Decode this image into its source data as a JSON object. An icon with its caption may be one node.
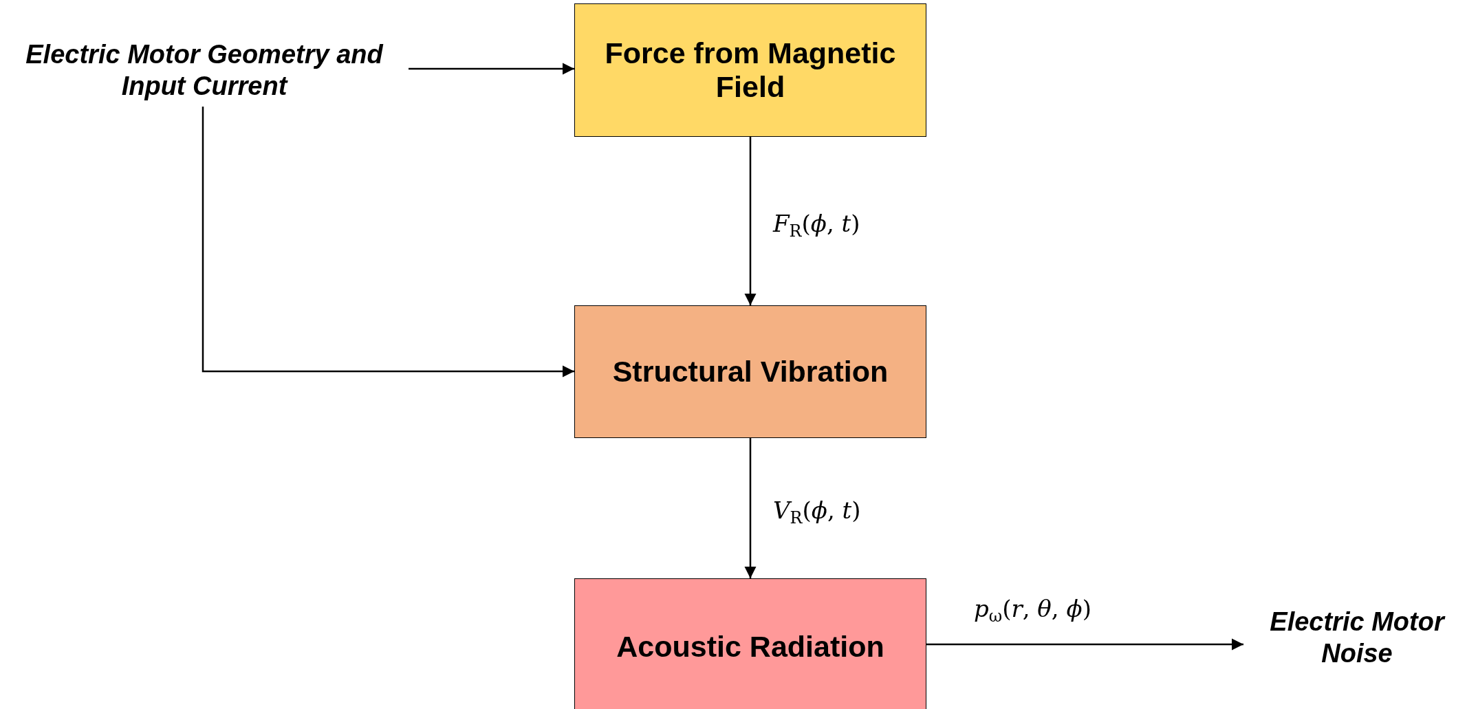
{
  "diagram": {
    "nodes": [
      {
        "text": [
          "Electric Motor Geometry and Input Current"
        ]
      },
      {
        "text": [
          "Force from Magnetic Field"
        ]
      },
      {
        "text": [
          "Structural Vibration"
        ]
      },
      {
        "text": [
          "Acoustic Radiation"
        ]
      },
      {
        "text": [
          "Electric Motor Noise"
        ]
      }
    ],
    "edges": [
      {
        "from": 0,
        "to": 1,
        "arrow": "to"
      },
      {
        "from": 0,
        "to": 2,
        "arrow": "to"
      },
      {
        "from": 1,
        "to": 2,
        "arrow": "to",
        "label": "*F*$_{R}$(*ϕ*, *t*)"
      },
      {
        "from": 2,
        "to": 3,
        "arrow": "to",
        "label": "*V*$_{R}$(*ϕ*, *t*)"
      },
      {
        "from": 3,
        "to": 4,
        "arrow": "to",
        "label": "*p*$_{ω}$(*r*, *θ*, *ϕ*)"
      }
    ]
  }
}
